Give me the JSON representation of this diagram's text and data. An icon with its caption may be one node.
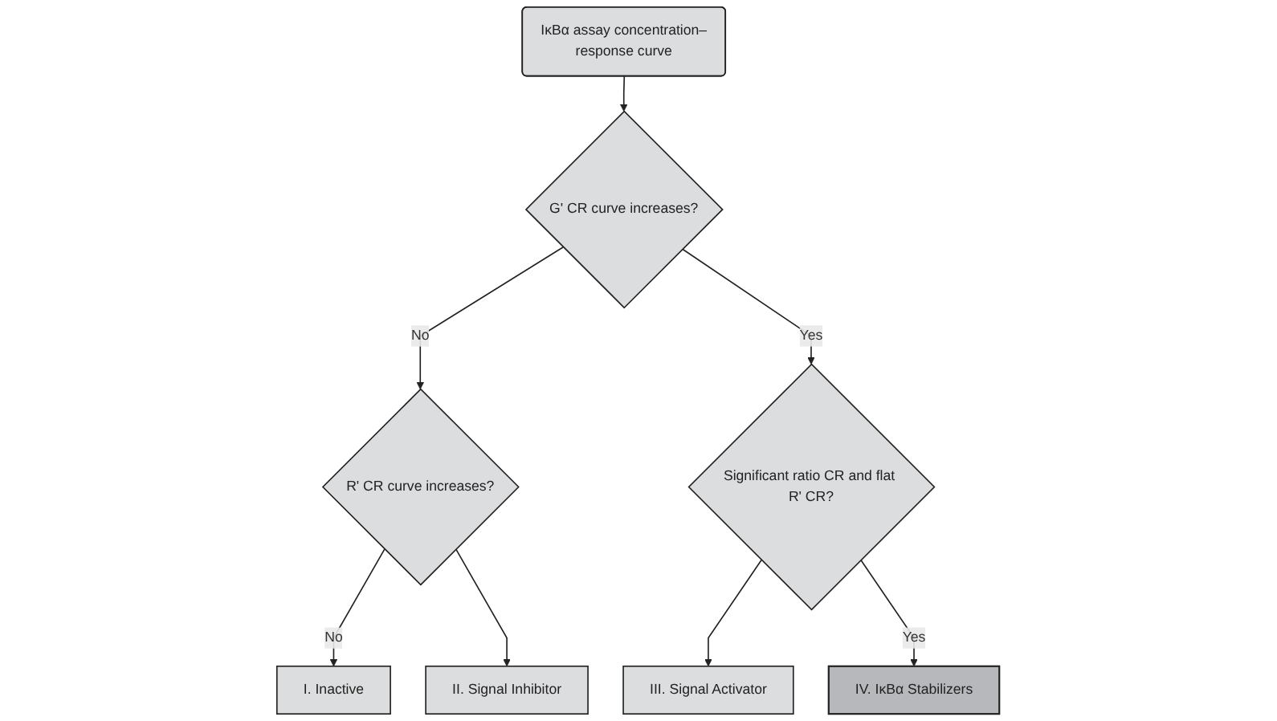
{
  "diagram": {
    "nodes": [
      {
        "text": [
          "IκBα assay concentration–response curve"
        ]
      },
      {
        "text": [
          "G' CR curve increases?"
        ]
      },
      {
        "text": [
          "R' CR curve increases?"
        ]
      },
      {
        "text": [
          "Significant ratio CR and flat R' CR?"
        ]
      },
      {
        "text": [
          "I. Inactive"
        ]
      },
      {
        "text": [
          "II. Signal Inhibitor"
        ]
      },
      {
        "text": [
          "III. Signal Activator"
        ]
      },
      {
        "text": [
          "IV. IκBα Stabilizers"
        ]
      }
    ],
    "edges": [
      {
        "from": 0,
        "to": 1,
        "arrow": "to"
      },
      {
        "from": 1,
        "to": 2,
        "label": "No",
        "arrow": "to"
      },
      {
        "from": 1,
        "to": 3,
        "label": "Yes",
        "arrow": "to"
      },
      {
        "from": 2,
        "to": 4,
        "label": "No",
        "arrow": "to"
      },
      {
        "from": 2,
        "to": 5,
        "arrow": "to"
      },
      {
        "from": 3,
        "to": 6,
        "arrow": "to"
      },
      {
        "from": 3,
        "to": 7,
        "label": "Yes",
        "arrow": "to"
      }
    ]
  }
}
